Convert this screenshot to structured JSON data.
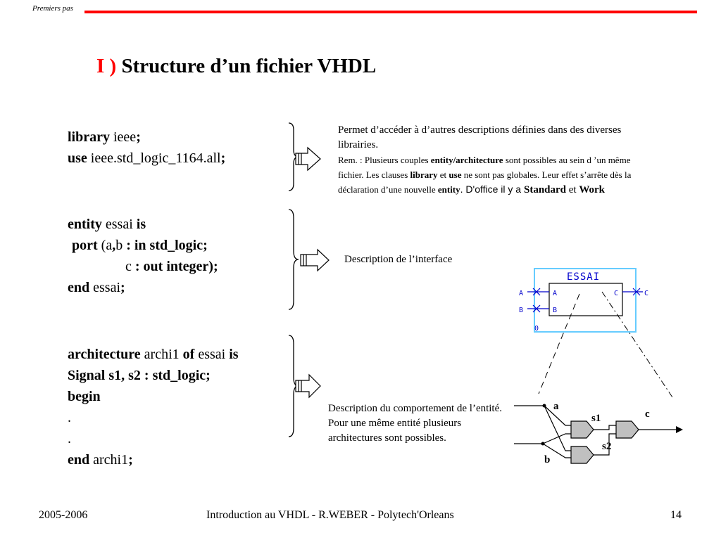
{
  "header": {
    "label": "Premiers pas",
    "rule_color": "#ff0000"
  },
  "title": {
    "number": "I )",
    "text": "Structure d’un fichier VHDL",
    "number_color": "#ff0000"
  },
  "library_block": {
    "l1_kw": "library",
    "l1_text": " ieee",
    "l1_semi": ";",
    "l2_kw": "use",
    "l2_text": " ieee.std_logic_1164.all",
    "l2_semi": ";"
  },
  "entity_block": {
    "l1_kw": "entity",
    "l1_text": " essai ",
    "l1_kw2": "is",
    "l2_kw": "port",
    "l2_text1": " (a",
    "l2_comma": ",",
    "l2_text2": "b",
    "l2_kw2": " : in std_logic;",
    "l3_text": "c",
    "l3_kw": " : out integer);",
    "l4_kw": "end",
    "l4_text": " essai",
    "l4_semi": ";"
  },
  "architecture_block": {
    "l1_kw": "architecture",
    "l1_text": " archi1 ",
    "l1_kw2": "of",
    "l1_text2": " essai ",
    "l1_kw3": "is",
    "l2": "Signal  s1, s2 : std_logic;",
    "l3": "begin",
    "l4": ".",
    "l5": ".",
    "l6_kw": "end",
    "l6_text": " archi1",
    "l6_semi": ";"
  },
  "notes": {
    "library": {
      "line1": "Permet d’accéder à d’autres descriptions définies dans des diverses librairies.",
      "rem_a": "Rem. : Plusieurs couples ",
      "rem_b": "entity/architecture",
      "rem_c": " sont possibles  au sein d ’un même fichier. Les clauses ",
      "rem_d": "library",
      "rem_e": " et ",
      "rem_f": "use",
      "rem_g": " ne sont pas globales. Leur effet s’arrête dès la déclaration d’une nouvelle ",
      "rem_h": "entity",
      "rem_i": ". D'office il y a ",
      "rem_j": "Standard",
      "rem_k": " et ",
      "rem_l": "Work"
    },
    "entity": "Description de l’interface",
    "architecture": "Description du comportement de l’entité. Pour une même entité plusieurs architectures sont possibles."
  },
  "block_symbol": {
    "name": "ESSAI",
    "in_a": "A",
    "in_b": "B",
    "out_c": "C",
    "zero": "0",
    "frame_color": "#66ccff",
    "pin_color": "#0000cc"
  },
  "schematic": {
    "in_a": "a",
    "in_b": "b",
    "sig_s1": "s1",
    "sig_s2": "s2",
    "out_c": "c",
    "gate_color": "#c0c0c0"
  },
  "footer": {
    "year": "2005-2006",
    "center": "Introduction au VHDL - R.WEBER - Polytech'Orleans",
    "page": "14"
  }
}
